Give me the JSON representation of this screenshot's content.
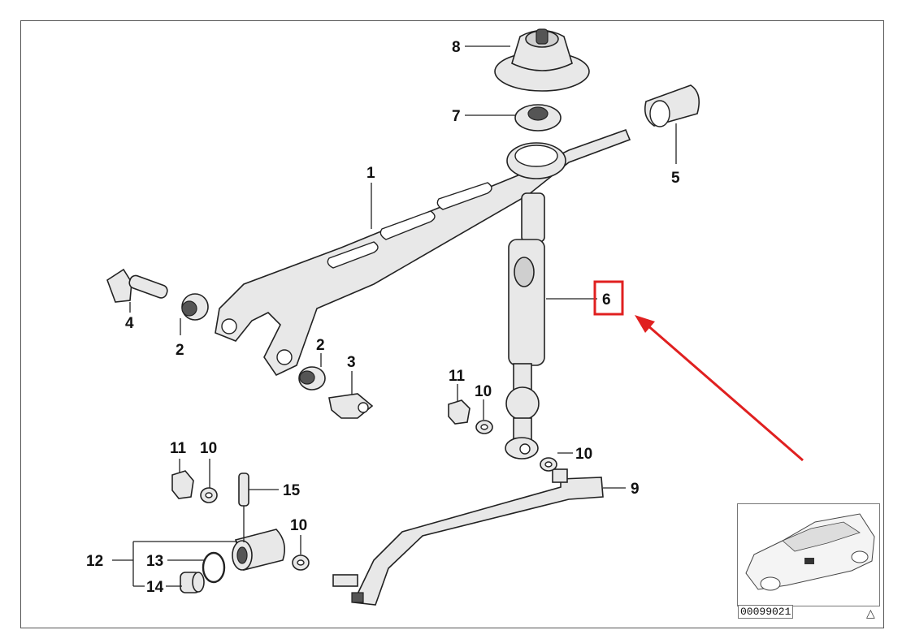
{
  "diagram": {
    "callouts": {
      "c1": "1",
      "c2a": "2",
      "c2b": "2",
      "c3": "3",
      "c4": "4",
      "c5": "5",
      "c6": "6",
      "c7": "7",
      "c8": "8",
      "c9": "9",
      "c10a": "10",
      "c10b": "10",
      "c10c": "10",
      "c10d": "10",
      "c11a": "11",
      "c11b": "11",
      "c12": "12",
      "c13": "13",
      "c14": "14",
      "c15": "15"
    },
    "highlight_color": "#e02020",
    "image_code": "00099021"
  }
}
